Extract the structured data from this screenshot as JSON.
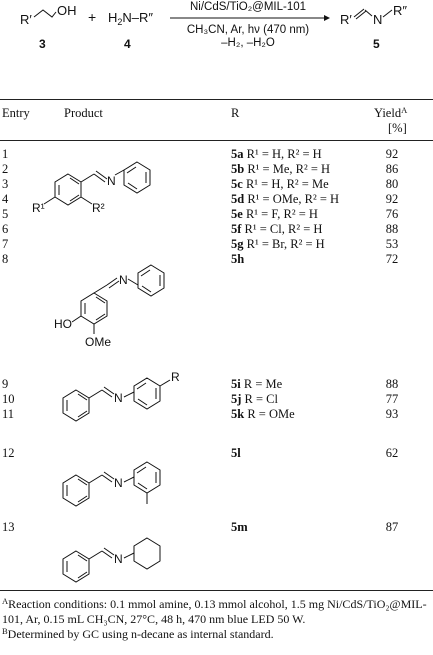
{
  "scheme": {
    "reactant1": {
      "label": "R′",
      "group": "OH",
      "number": "3"
    },
    "plus": "+",
    "reactant2": {
      "prefix": "H",
      "sub": "2",
      "suffix": "N",
      "dash": "–",
      "group": "R″",
      "number": "4"
    },
    "conditions_top": "Ni/CdS/TiO₂@MIL-101",
    "conditions_mid": "CH₃CN, Ar, hν (470 nm)",
    "conditions_bottom": "–H₂, –H₂O",
    "product": {
      "label_left": "R′",
      "atom": "N",
      "label_right": "R″",
      "number": "5"
    }
  },
  "table": {
    "headers": {
      "entry": "Entry",
      "product": "Product",
      "r": "R",
      "yield": "Yield",
      "yield_sup": "A",
      "yield_unit": "[%]"
    },
    "rows": [
      {
        "entry": "1",
        "id": "5a",
        "r": "R¹ = H, R² = H",
        "yield": "92"
      },
      {
        "entry": "2",
        "id": "5b",
        "r": "R¹ = Me, R² = H",
        "yield": "86"
      },
      {
        "entry": "3",
        "id": "5c",
        "r": "R¹ = H, R² = Me",
        "yield": "80"
      },
      {
        "entry": "4",
        "id": "5d",
        "r": "R¹ = OMe, R² = H",
        "yield": "92"
      },
      {
        "entry": "5",
        "id": "5e",
        "r": "R¹ = F, R² = H",
        "yield": "76"
      },
      {
        "entry": "6",
        "id": "5f",
        "r": "R¹ = Cl, R² = H",
        "yield": "88"
      },
      {
        "entry": "7",
        "id": "5g",
        "r": "R¹ = Br, R² = H",
        "yield": "53"
      },
      {
        "entry": "8",
        "id": "5h",
        "r": "",
        "yield": "72"
      },
      {
        "entry": "9",
        "id": "5i",
        "r": "R = Me",
        "yield": "88"
      },
      {
        "entry": "10",
        "id": "5j",
        "r": "R = Cl",
        "yield": "77"
      },
      {
        "entry": "11",
        "id": "5k",
        "r": "R = OMe",
        "yield": "93"
      },
      {
        "entry": "12",
        "id": "5l",
        "r": "",
        "yield": "62"
      },
      {
        "entry": "13",
        "id": "5m",
        "r": "",
        "yield": "87"
      }
    ],
    "structure_labels": {
      "s1_n": "N",
      "s1_r1": "R¹",
      "s1_r2": "R²",
      "s2_n": "N",
      "s2_ho": "HO",
      "s2_ome": "OMe",
      "s3_n": "N",
      "s3_r": "R",
      "s4_n": "N",
      "s5_n": "N"
    }
  },
  "footnotes": {
    "a_mark": "A",
    "a_text": "Reaction conditions: 0.1 mmol amine, 0.13 mmol alcohol, 1.5 mg Ni/CdS/TiO₂@MIL-101, Ar, 0.15 mL CH₃CN, 27°C, 48 h, 470 nm blue LED 50 W.",
    "b_mark": "B",
    "b_text": "Determined by GC using n-decane as internal standard."
  }
}
